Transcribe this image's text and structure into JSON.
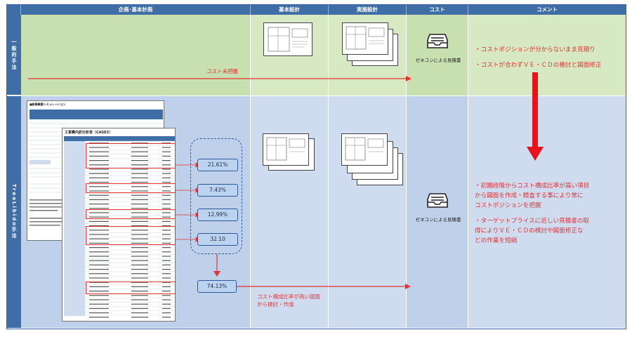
{
  "headers": {
    "planning": "企画･基本計画",
    "basic_design": "基本設計",
    "detail_design": "実施設計",
    "cost": "コスト",
    "comment": "コメント"
  },
  "rows": {
    "general": "一般的手法",
    "trealibido": "TreaLibido手法"
  },
  "general": {
    "arrow_label": "コスト未把握",
    "estimate_label": "ゼネコンによる見積書",
    "comments": [
      "・コストポジションが分からないまま見積り",
      "・コストが合わずＶＥ・ＣＤの検討と図面修正"
    ]
  },
  "trealibido": {
    "estimate_label": "ゼネコンによる見積書",
    "comments": [
      "・初期段階からコスト構成比率が高い項目",
      "から図面を作成・精査する事により常に",
      "コストポジションを把握",
      "・ターゲットプライスに近しい見積書の取",
      "得によりＶＥ・ＣＤの検討や図面修正な",
      "どの作業を短縮"
    ],
    "ratios": [
      "21.61%",
      "7.43%",
      "12.99%",
      "32.10"
    ],
    "total_ratio": "74.13%",
    "red_note": [
      "コスト構成比率が高い図面",
      "から検討・作成"
    ],
    "sheet_back_title": "■新築概算シミュレーション",
    "sheet_front_title": "工事費内訳分析表（CASE3）"
  },
  "colors": {
    "header": "#3f6ea7",
    "green": "#c8e0b0",
    "blue": "#bfd0ea",
    "red": "#e53232"
  }
}
